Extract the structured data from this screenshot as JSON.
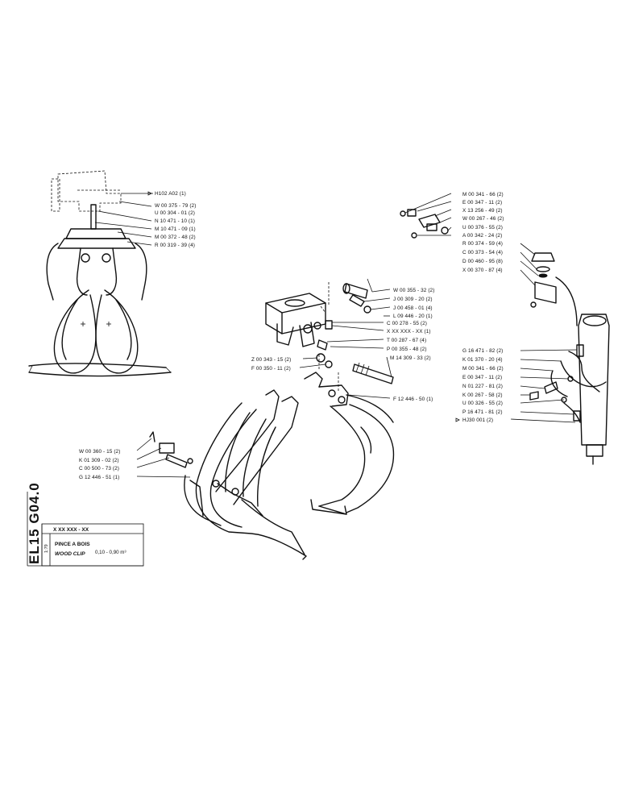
{
  "sheet": {
    "code": "EL15  G04.0",
    "ref": "X  XX  XXX - XX",
    "scale": "1:79",
    "title_fr": "PINCE A BOIS",
    "title_en": "WOOD CLIP",
    "range": "0,10 - 0,90 m³"
  },
  "callouts": {
    "top_left": [
      {
        "text": "H102  A02 (1)"
      },
      {
        "text": "W 00 375 - 79 (2)"
      },
      {
        "text": "U 00 304 - 01 (2)"
      },
      {
        "text": "N 10 471 - 10 (1)"
      },
      {
        "text": "M 10 471 - 09 (1)"
      },
      {
        "text": "M 00 372 - 48 (2)"
      },
      {
        "text": "R 00 319 - 39 (4)"
      }
    ],
    "top_right": [
      {
        "text": "M 00 341 - 66 (2)"
      },
      {
        "text": "E 00 347 - 11 (2)"
      },
      {
        "text": "X 13 256 - 49 (2)"
      },
      {
        "text": "W 00 267 - 46 (2)"
      },
      {
        "text": "U 00 376 - 55 (2)"
      },
      {
        "text": "A 00 342 - 24 (2)"
      },
      {
        "text": "R 00 374 - 59 (4)"
      },
      {
        "text": "C 00 373 - 54 (4)"
      },
      {
        "text": "D 00 460 - 95 (8)"
      },
      {
        "text": "X 00 370 - 87 (4)"
      }
    ],
    "middle": [
      {
        "text": "W 00 355 - 32 (2)"
      },
      {
        "text": "J 00 309 - 20 (2)"
      },
      {
        "text": "J 00 458 - 01 (4)"
      },
      {
        "text": "L 09 446 - 20 (1)"
      },
      {
        "text": "C 00 278 - 55 (2)"
      },
      {
        "text": "X  XX  XXX - XX (1)"
      },
      {
        "text": "T 00 287 - 67 (4)"
      },
      {
        "text": "P 00 355 - 48 (2)"
      },
      {
        "text": "M 14 309 - 33 (2)"
      },
      {
        "text": "F 12 446 - 50 (1)"
      }
    ],
    "middle_left": [
      {
        "text": "Z 00 343 - 15 (2)"
      },
      {
        "text": "F 00 350 - 11 (2)"
      }
    ],
    "right_hose": [
      {
        "text": "G 16 471 - 82 (2)"
      },
      {
        "text": "K 01 370 - 20 (4)"
      },
      {
        "text": "M 00 341 - 66 (2)"
      },
      {
        "text": "E 00 347 - 11 (2)"
      },
      {
        "text": "N 01 227 - 81 (2)"
      },
      {
        "text": "K 00 267 - 58 (2)"
      },
      {
        "text": "U 00 326 - 55 (2)"
      },
      {
        "text": "P 16 471 - 81 (2)"
      },
      {
        "text": "HJ30  001 (2)"
      }
    ],
    "lower_left": [
      {
        "text": "W 00 360 - 15 (2)"
      },
      {
        "text": "K 01 309 - 02 (2)"
      },
      {
        "text": "C 00 500 - 73 (2)"
      },
      {
        "text": "G 12 446 - 51 (1)"
      }
    ]
  }
}
